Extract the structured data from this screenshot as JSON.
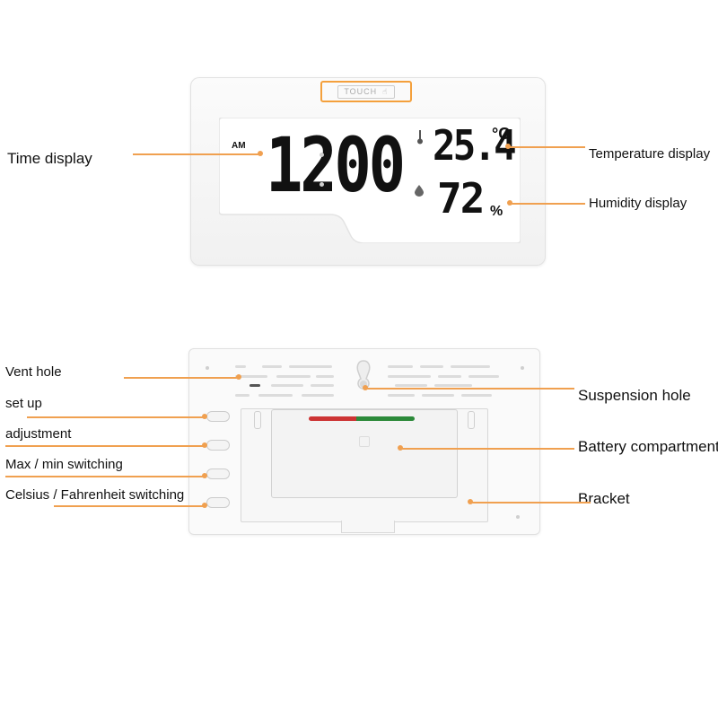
{
  "front": {
    "touch_label": "TOUCH",
    "am_label": "AM",
    "time_value": "1200",
    "temperature_value": "25.4",
    "temperature_unit": "C",
    "humidity_value": "72",
    "humidity_unit": "%"
  },
  "labels": {
    "time_display": "Time display",
    "temperature_display": "Temperature display",
    "humidity_display": "Humidity display",
    "vent_hole": "Vent hole",
    "set_up": "set up",
    "adjustment": "adjustment",
    "max_min_switching": "Max / min switching",
    "celsius_fahrenheit_switching": "Celsius / Fahrenheit switching",
    "suspension_hole": "Suspension hole",
    "battery_compartment": "Battery compartment",
    "bracket": "Bracket"
  },
  "colors": {
    "leader": "#f0a050",
    "touch_outline": "#f4a03c",
    "lcd_text": "#111111"
  },
  "icons": [
    "thermometer-icon",
    "water-drop-icon",
    "touch-hand-icon"
  ]
}
